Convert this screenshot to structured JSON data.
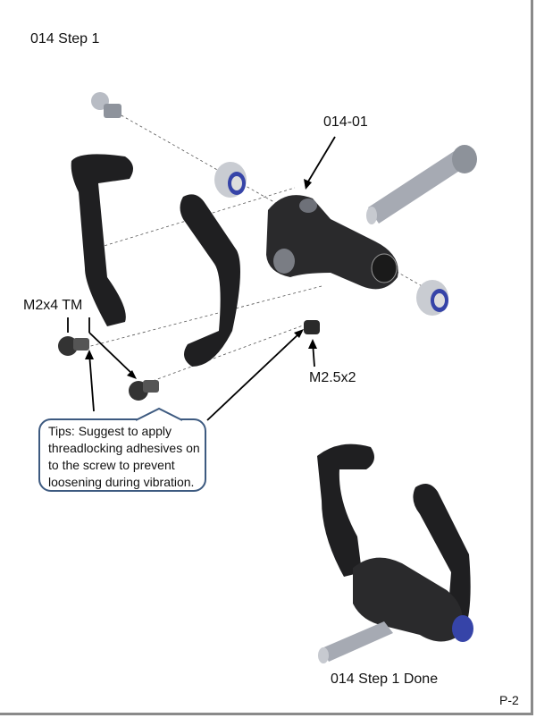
{
  "page": {
    "title": "014 Step 1",
    "done_caption": "014 Step 1 Done",
    "page_number": "P-2"
  },
  "labels": {
    "part_main": "014-01",
    "screw_m2x4": "M2x4 TM",
    "set_screw": "M2.5x2"
  },
  "tips": {
    "lines": [
      "Tips: Suggest to apply",
      "threadlocking adhesives on",
      "to the screw to prevent",
      "loosening during vibration."
    ]
  }
}
